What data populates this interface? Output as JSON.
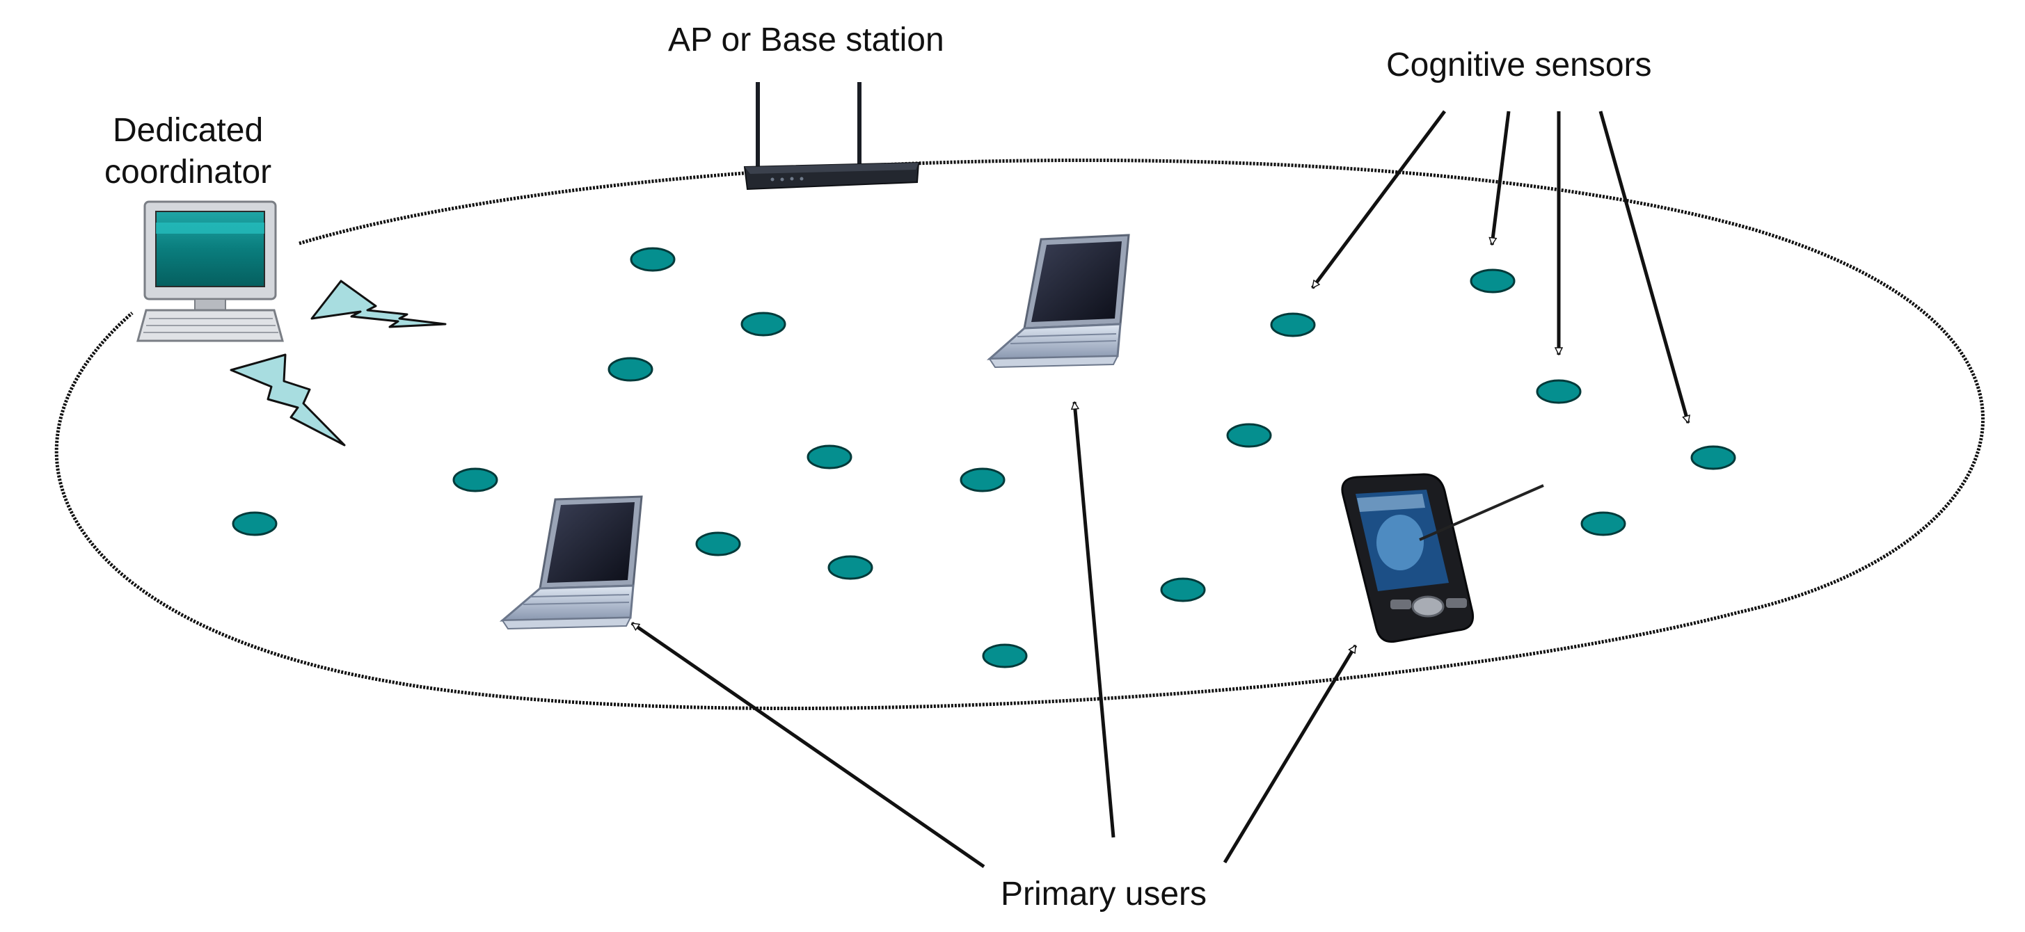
{
  "labels": {
    "ap": "AP or Base station",
    "coordinator": "Dedicated\ncoordinator",
    "sensors": "Cognitive sensors",
    "primary": "Primary users"
  },
  "colors": {
    "sensor_fill": "#058f8f",
    "sensor_stroke": "#033a3a",
    "bolt_fill": "#a8dde0",
    "ellipse_stroke": "#111111",
    "arrow": "#111111"
  },
  "devices": {
    "coordinator": "desktop-computer-icon",
    "ap": "wireless-router-icon",
    "primary_laptop_left": "laptop-icon",
    "primary_laptop_center": "laptop-icon",
    "primary_phone": "smartphone-icon"
  }
}
